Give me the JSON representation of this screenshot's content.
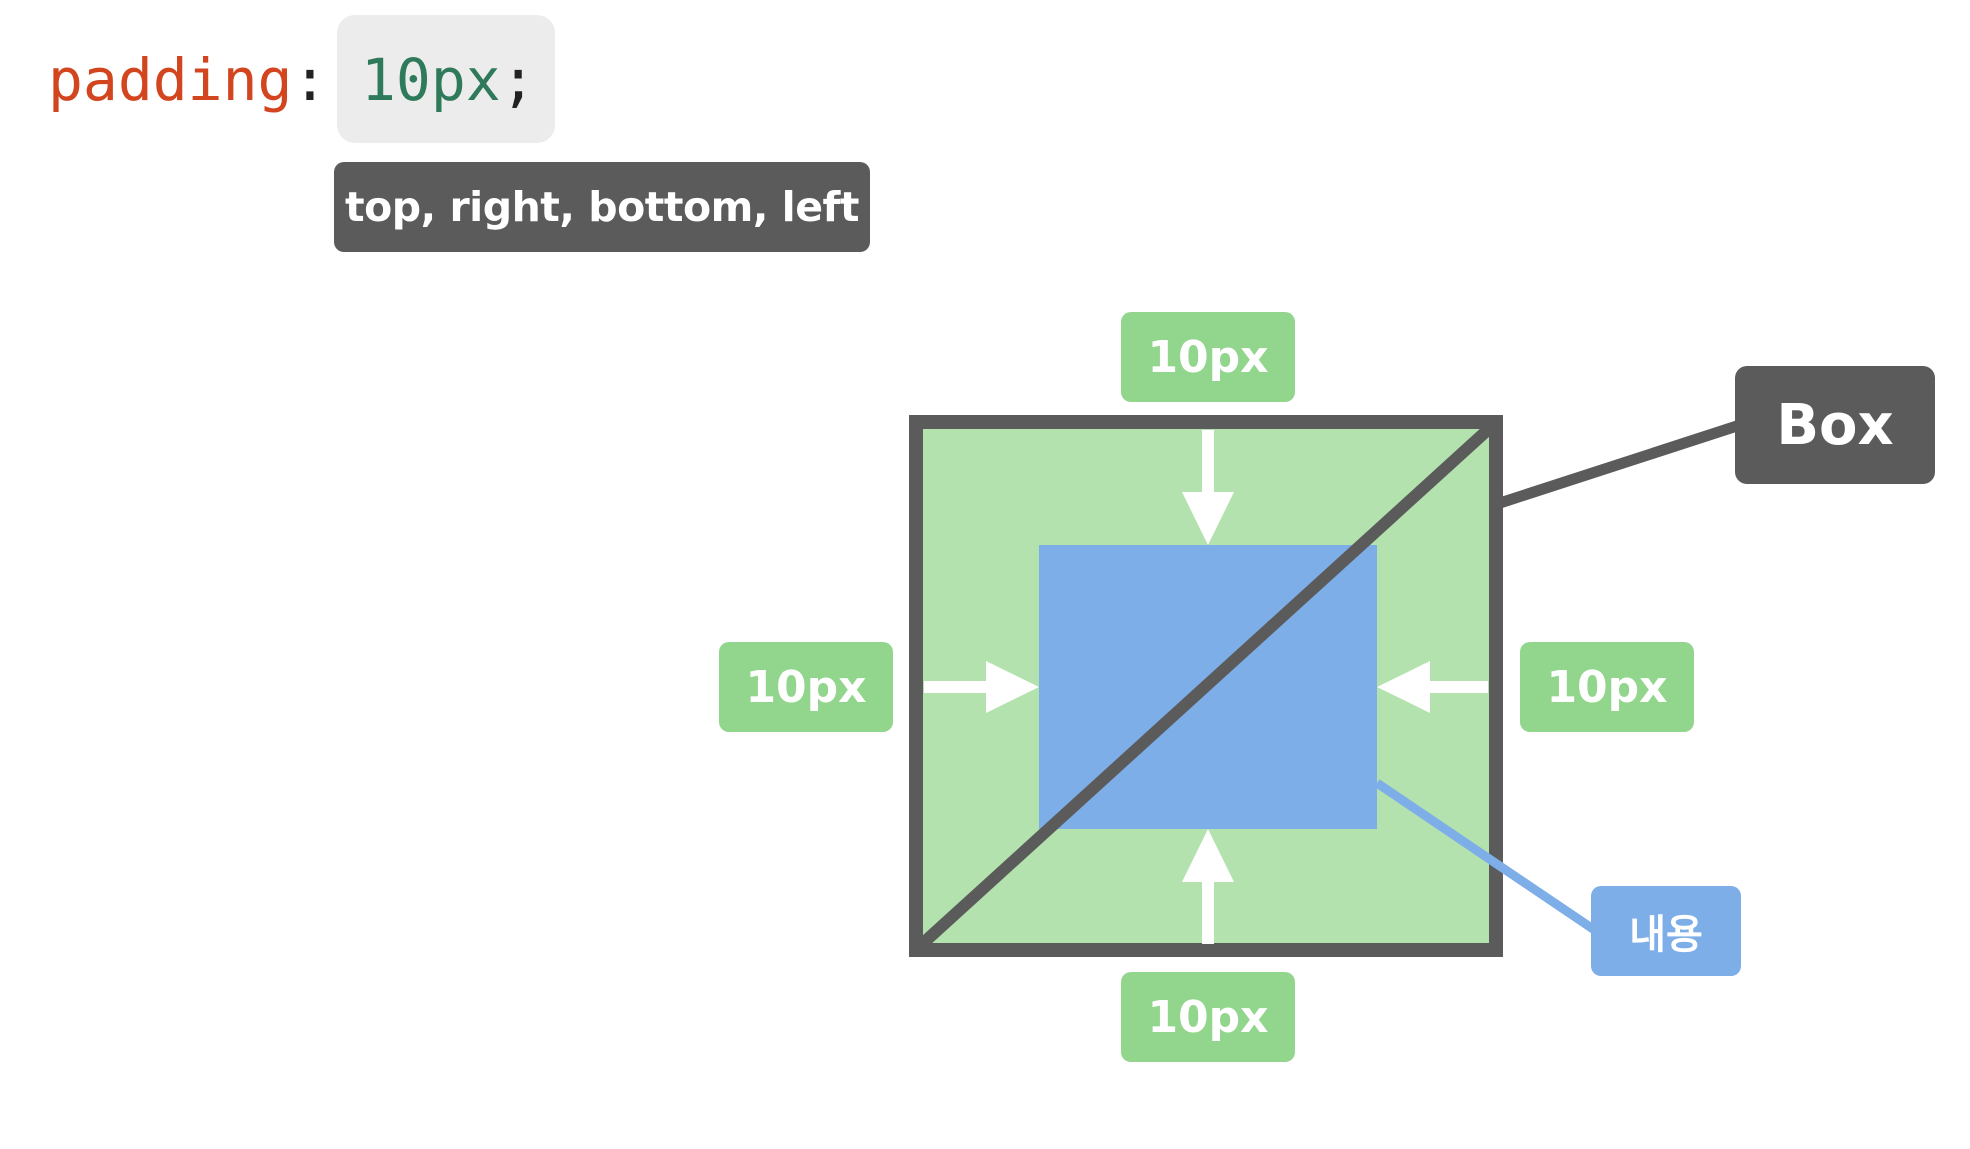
{
  "code": {
    "property": "padding",
    "colon": ":",
    "value": "10px",
    "semicolon": ";"
  },
  "tooltip": {
    "text": "top, right, bottom, left"
  },
  "diagram": {
    "padding_top_label": "10px",
    "padding_right_label": "10px",
    "padding_bottom_label": "10px",
    "padding_left_label": "10px",
    "box_label": "Box",
    "content_label": "내용",
    "colors": {
      "padding_area": "#b3e2ae",
      "padding_label": "#92d58d",
      "content": "#7eaee8",
      "box_border": "#5b5b5b",
      "arrow": "#ffffff",
      "code_property": "#d2451e",
      "code_value": "#2f7a5a"
    }
  }
}
